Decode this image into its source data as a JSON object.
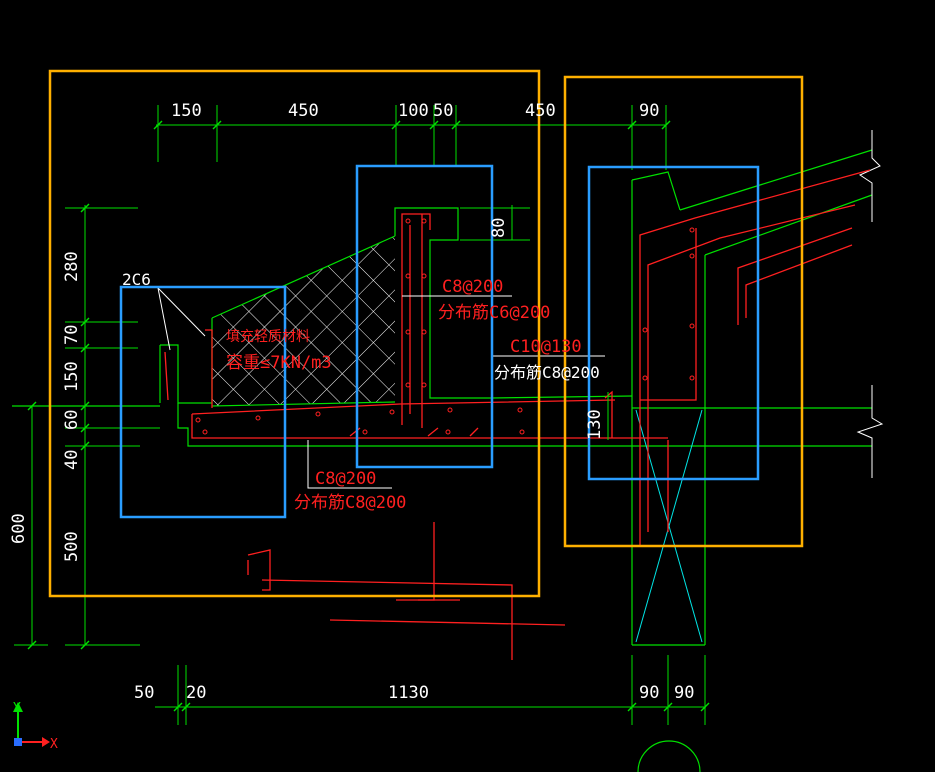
{
  "colors": {
    "background": "#000000",
    "concrete_outline": "#00e000",
    "rebar": "#ff2020",
    "dimension": "#00e000",
    "text": "#ffffff",
    "hatch": "#ffffff",
    "highlight_orange": "#ffb000",
    "highlight_blue": "#2a9dff",
    "centerline": "#00e5e5"
  },
  "top_dimensions": [
    "150",
    "450",
    "100",
    "50",
    "450",
    "90"
  ],
  "left_dimensions": [
    "280",
    "70",
    "150",
    "60",
    "40",
    "500",
    "600"
  ],
  "bottom_dimensions": [
    "50",
    "20",
    "1130",
    "90",
    "90"
  ],
  "small_dimensions": {
    "notch": "80",
    "wall": "130"
  },
  "labels": {
    "bar_2c6": "2C6",
    "fill_material": "填充轻质材料",
    "fill_weight": "容重≤7KN/m3",
    "upstand_main": "C8@200",
    "upstand_dist": "分布筋C6@200",
    "wall_main": "C10@130",
    "wall_dist": "分布筋C8@200",
    "slab_main": "C8@200",
    "slab_dist": "分布筋C8@200"
  },
  "axes": {
    "y": "Y",
    "x": "X"
  }
}
